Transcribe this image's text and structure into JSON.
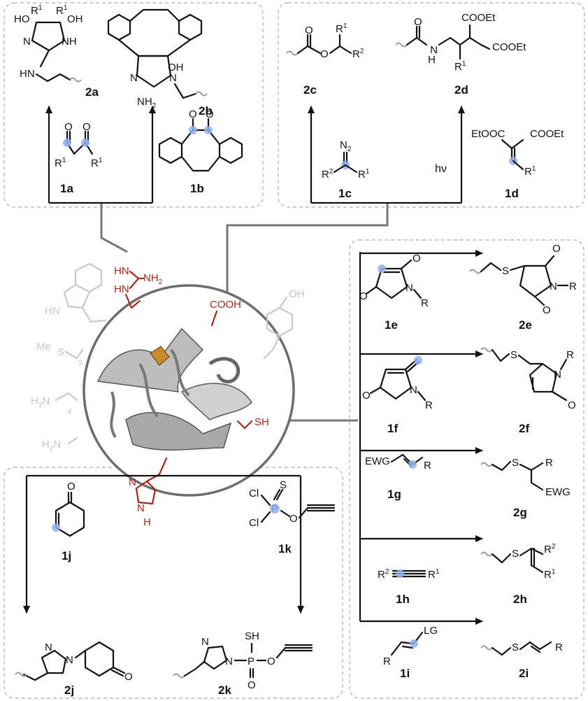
{
  "compound_labels": {
    "c1a": "1a",
    "c1b": "1b",
    "c2a": "2a",
    "c2b": "2b",
    "c1c": "1c",
    "c1d": "1d",
    "c2c": "2c",
    "c2d": "2d",
    "c1e": "1e",
    "c2e": "2e",
    "c1f": "1f",
    "c2f": "2f",
    "c1g": "1g",
    "c2g": "2g",
    "c1h": "1h",
    "c2h": "2h",
    "c1i": "1i",
    "c2i": "2i",
    "c1j": "1j",
    "c2j": "2j",
    "c1k": "1k",
    "c2k": "2k"
  },
  "protein": {
    "arginine_labels": [
      "HN",
      "NH",
      "HN"
    ],
    "nh2": "NH",
    "cooh": "COOH",
    "sh": "SH",
    "oh": "OH",
    "me": "Me",
    "s": "S",
    "hn_trp": "HN",
    "h2n_lys": "H",
    "h2n_lys_n": "N",
    "lys_count": "4",
    "met_count": "2",
    "h2n_n": "H",
    "his_n1": "N",
    "his_n2": "N",
    "his_h": "H"
  },
  "reagent_text": {
    "hv": "hν",
    "ewg": "EWG",
    "lg": "LG",
    "etooc": "EtOOC",
    "cooet": "COOEt",
    "n2": "N",
    "r": "R",
    "oh": "OH",
    "ho": "HO",
    "nh": "NH",
    "o": "O",
    "n": "N",
    "s": "S",
    "cl": "Cl",
    "sh": "SH",
    "p": "P",
    "hn": "HN",
    "nh2": "NH"
  },
  "colors": {
    "highlight_dot": "#8fb0ef",
    "reactive_residue": "#a3271c",
    "inactive_residue": "#c8c8c8",
    "connector": "#777777"
  }
}
